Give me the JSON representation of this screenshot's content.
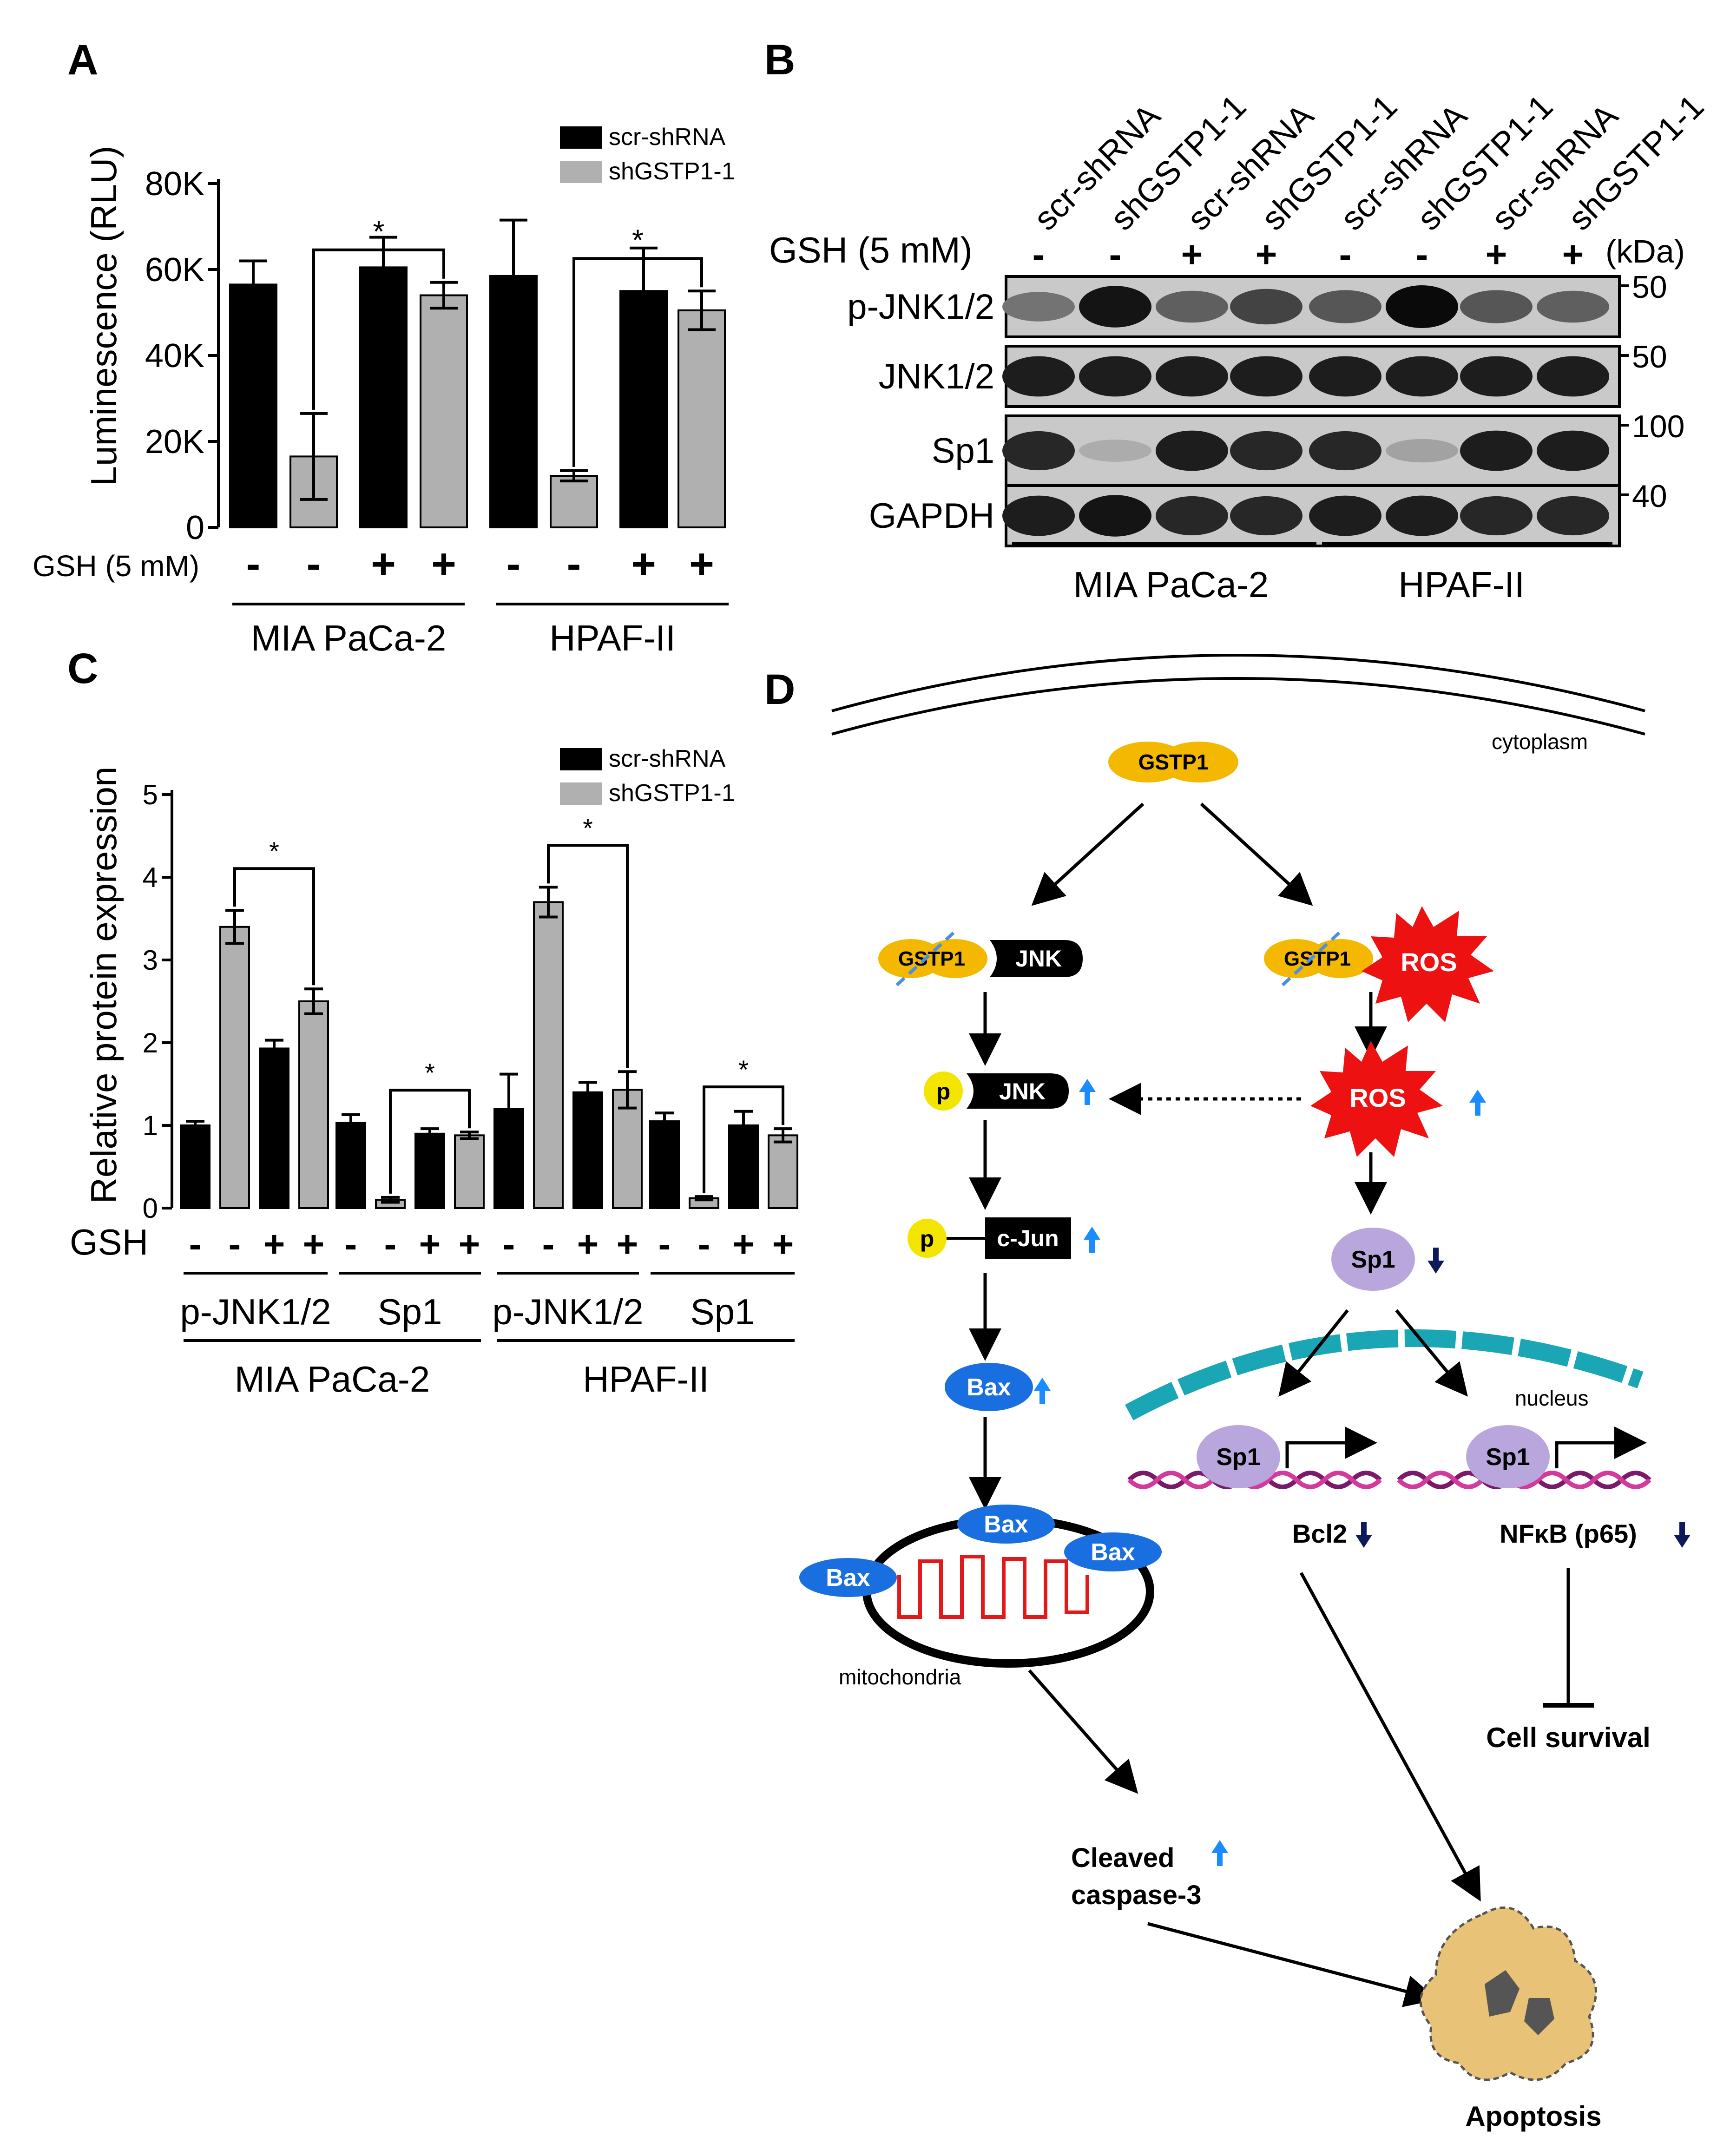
{
  "panel_a": {
    "letter": "A",
    "ylabel": "Luminescence (RLU)",
    "legend": [
      "scr-shRNA",
      "shGSTP1-1"
    ],
    "gsh_label": "GSH (5 mM)",
    "gsh_signs": [
      "-",
      "-",
      "+",
      "+",
      "-",
      "-",
      "+",
      "+"
    ],
    "groups": [
      "MIA PaCa-2",
      "HPAF-II"
    ],
    "sig": [
      "*",
      "*"
    ]
  },
  "panel_b": {
    "letter": "B",
    "lanes": [
      "scr-shRNA",
      "shGSTP1-1",
      "scr-shRNA",
      "shGSTP1-1",
      "scr-shRNA",
      "shGSTP1-1",
      "scr-shRNA",
      "shGSTP1-1"
    ],
    "gsh_label": "GSH (5 mM)",
    "gsh_signs": [
      "-",
      "-",
      "+",
      "+",
      "-",
      "-",
      "+",
      "+"
    ],
    "kda_label": "(kDa)",
    "blots": [
      {
        "name": "p-JNK1/2",
        "kda": "50",
        "intensity": [
          0.45,
          0.95,
          0.55,
          0.7,
          0.6,
          1.0,
          0.6,
          0.55
        ]
      },
      {
        "name": "JNK1/2",
        "kda": "50",
        "intensity": [
          0.9,
          0.9,
          0.9,
          0.9,
          0.9,
          0.9,
          0.9,
          0.9
        ]
      },
      {
        "name": "Sp1",
        "kda": "100",
        "intensity": [
          0.85,
          0.15,
          0.9,
          0.85,
          0.85,
          0.2,
          0.9,
          0.9
        ]
      },
      {
        "name": "GAPDH",
        "kda": "40",
        "intensity": [
          0.9,
          0.95,
          0.85,
          0.85,
          0.9,
          0.9,
          0.85,
          0.85
        ]
      }
    ],
    "groups": [
      "MIA PaCa-2",
      "HPAF-II"
    ]
  },
  "panel_c": {
    "letter": "C",
    "ylabel": "Relative protein expression",
    "legend": [
      "scr-shRNA",
      "shGSTP1-1"
    ],
    "gsh_label": "GSH",
    "gsh_signs": [
      "-",
      "-",
      "+",
      "+",
      "-",
      "-",
      "+",
      "+",
      "-",
      "-",
      "+",
      "+",
      "-",
      "-",
      "+",
      "+"
    ],
    "subgroups": [
      "p-JNK1/2",
      "Sp1",
      "p-JNK1/2",
      "Sp1"
    ],
    "groups": [
      "MIA PaCa-2",
      "HPAF-II"
    ],
    "sig": [
      "*",
      "*",
      "*",
      "*"
    ]
  },
  "chart_data": [
    {
      "type": "bar",
      "ylabel": "Luminescence (RLU)",
      "ylim": [
        0,
        80000
      ],
      "yticks": [
        "0",
        "20K",
        "40K",
        "60K",
        "80K"
      ],
      "series": [
        {
          "name": "scr-shRNA",
          "color": "#000000"
        },
        {
          "name": "shGSTP1-1",
          "color": "#b0b0b0"
        }
      ],
      "bars": [
        {
          "group": "MIA PaCa-2",
          "series": "scr-shRNA",
          "gsh": "-",
          "value": 56500,
          "err": 5500
        },
        {
          "group": "MIA PaCa-2",
          "series": "shGSTP1-1",
          "gsh": "-",
          "value": 16500,
          "err": 10000
        },
        {
          "group": "MIA PaCa-2",
          "series": "scr-shRNA",
          "gsh": "+",
          "value": 60500,
          "err": 7000
        },
        {
          "group": "MIA PaCa-2",
          "series": "shGSTP1-1",
          "gsh": "+",
          "value": 54000,
          "err": 3000
        },
        {
          "group": "HPAF-II",
          "series": "scr-shRNA",
          "gsh": "-",
          "value": 58500,
          "err": 13000
        },
        {
          "group": "HPAF-II",
          "series": "shGSTP1-1",
          "gsh": "-",
          "value": 12000,
          "err": 1200
        },
        {
          "group": "HPAF-II",
          "series": "scr-shRNA",
          "gsh": "+",
          "value": 55000,
          "err": 10000
        },
        {
          "group": "HPAF-II",
          "series": "shGSTP1-1",
          "gsh": "+",
          "value": 50500,
          "err": 4500
        }
      ],
      "significance": [
        {
          "from": 1,
          "to": 3,
          "label": "*"
        },
        {
          "from": 5,
          "to": 7,
          "label": "*"
        }
      ]
    },
    {
      "type": "bar",
      "ylabel": "Relative protein expression",
      "ylim": [
        0,
        5
      ],
      "yticks": [
        "0",
        "1",
        "2",
        "3",
        "4",
        "5"
      ],
      "series": [
        {
          "name": "scr-shRNA",
          "color": "#000000"
        },
        {
          "name": "shGSTP1-1",
          "color": "#b0b0b0"
        }
      ],
      "bars": [
        {
          "cell": "MIA PaCa-2",
          "protein": "p-JNK1/2",
          "series": "scr-shRNA",
          "gsh": "-",
          "value": 1.0,
          "err": 0.05
        },
        {
          "cell": "MIA PaCa-2",
          "protein": "p-JNK1/2",
          "series": "shGSTP1-1",
          "gsh": "-",
          "value": 3.4,
          "err": 0.2
        },
        {
          "cell": "MIA PaCa-2",
          "protein": "p-JNK1/2",
          "series": "scr-shRNA",
          "gsh": "+",
          "value": 1.93,
          "err": 0.1
        },
        {
          "cell": "MIA PaCa-2",
          "protein": "p-JNK1/2",
          "series": "shGSTP1-1",
          "gsh": "+",
          "value": 2.5,
          "err": 0.15
        },
        {
          "cell": "MIA PaCa-2",
          "protein": "Sp1",
          "series": "scr-shRNA",
          "gsh": "-",
          "value": 1.03,
          "err": 0.1
        },
        {
          "cell": "MIA PaCa-2",
          "protein": "Sp1",
          "series": "shGSTP1-1",
          "gsh": "-",
          "value": 0.1,
          "err": 0.03
        },
        {
          "cell": "MIA PaCa-2",
          "protein": "Sp1",
          "series": "scr-shRNA",
          "gsh": "+",
          "value": 0.9,
          "err": 0.06
        },
        {
          "cell": "MIA PaCa-2",
          "protein": "Sp1",
          "series": "shGSTP1-1",
          "gsh": "+",
          "value": 0.88,
          "err": 0.04
        },
        {
          "cell": "HPAF-II",
          "protein": "p-JNK1/2",
          "series": "scr-shRNA",
          "gsh": "-",
          "value": 1.2,
          "err": 0.42
        },
        {
          "cell": "HPAF-II",
          "protein": "p-JNK1/2",
          "series": "shGSTP1-1",
          "gsh": "-",
          "value": 3.7,
          "err": 0.18
        },
        {
          "cell": "HPAF-II",
          "protein": "p-JNK1/2",
          "series": "scr-shRNA",
          "gsh": "+",
          "value": 1.4,
          "err": 0.12
        },
        {
          "cell": "HPAF-II",
          "protein": "p-JNK1/2",
          "series": "shGSTP1-1",
          "gsh": "+",
          "value": 1.43,
          "err": 0.22
        },
        {
          "cell": "HPAF-II",
          "protein": "Sp1",
          "series": "scr-shRNA",
          "gsh": "-",
          "value": 1.05,
          "err": 0.1
        },
        {
          "cell": "HPAF-II",
          "protein": "Sp1",
          "series": "shGSTP1-1",
          "gsh": "-",
          "value": 0.12,
          "err": 0.02
        },
        {
          "cell": "HPAF-II",
          "protein": "Sp1",
          "series": "scr-shRNA",
          "gsh": "+",
          "value": 1.0,
          "err": 0.17
        },
        {
          "cell": "HPAF-II",
          "protein": "Sp1",
          "series": "shGSTP1-1",
          "gsh": "+",
          "value": 0.88,
          "err": 0.08
        }
      ],
      "significance": [
        {
          "from": 1,
          "to": 3,
          "label": "*"
        },
        {
          "from": 5,
          "to": 7,
          "label": "*"
        },
        {
          "from": 9,
          "to": 11,
          "label": "*"
        },
        {
          "from": 13,
          "to": 15,
          "label": "*"
        }
      ]
    }
  ],
  "panel_d": {
    "letter": "D",
    "cytoplasm": "cytoplasm",
    "nucleus": "nucleus",
    "mitochondria": "mitochondria",
    "gstp1": "GSTP1",
    "jnk": "JNK",
    "ros": "ROS",
    "p": "p",
    "cjun": "c-Jun",
    "bax": "Bax",
    "sp1": "Sp1",
    "bcl2": "Bcl2",
    "nfkb": "NFκB (p65)",
    "cell_survival": "Cell survival",
    "cleaved_1": "Cleaved",
    "cleaved_2": "caspase-3",
    "apoptosis": "Apoptosis",
    "colors": {
      "gstp1": "#f5b800",
      "ros": "#ee1111",
      "bax": "#1a6fe0",
      "sp1": "#b9a6dd",
      "up_arrow": "#1a8cff",
      "down_arrow": "#0d1a5a",
      "apoptosis": "#e7c277",
      "nucleus": "#1aa6b5",
      "dna_a": "#7a1a6a",
      "dna_b": "#d23b9b"
    }
  }
}
